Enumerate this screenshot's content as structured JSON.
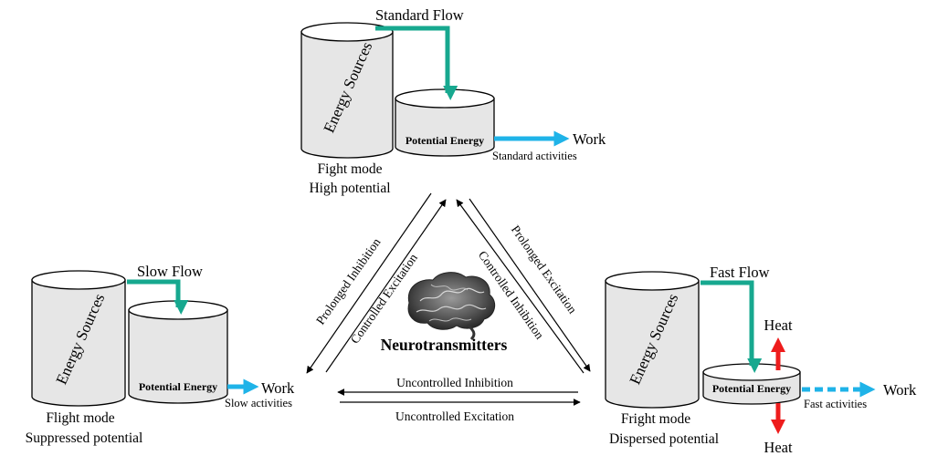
{
  "colors": {
    "flow": "#17a88f",
    "work": "#1fb3e8",
    "heat": "#ee1c1c",
    "cylinder": "#e6e6e6"
  },
  "top": {
    "flow_label": "Standard Flow",
    "source_label": "Energy Sources",
    "potential_label": "Potential Energy",
    "work_label": "Work",
    "activity_label": "Standard activities",
    "mode_label": "Fight mode",
    "potential_state": "High potential"
  },
  "left": {
    "flow_label": "Slow Flow",
    "source_label": "Energy Sources",
    "potential_label": "Potential Energy",
    "work_label": "Work",
    "activity_label": "Slow activities",
    "mode_label": "Flight mode",
    "potential_state": "Suppressed potential"
  },
  "right": {
    "flow_label": "Fast Flow",
    "source_label": "Energy Sources",
    "potential_label": "Potential Energy",
    "work_label": "Work",
    "activity_label": "Fast activities",
    "heat_top_label": "Heat",
    "heat_bottom_label": "Heat",
    "mode_label": "Fright mode",
    "potential_state": "Dispersed potential"
  },
  "center": {
    "title": "Neurotransmitters",
    "icon": "brain-icon",
    "left_outer": "Prolonged Inhibition",
    "left_inner": "Controlled Excitation",
    "right_outer": "Prolonged Excitation",
    "right_inner": "Controlled Inhibition",
    "bottom_top": "Uncontrolled Inhibition",
    "bottom_bottom": "Uncontrolled Excitation"
  }
}
